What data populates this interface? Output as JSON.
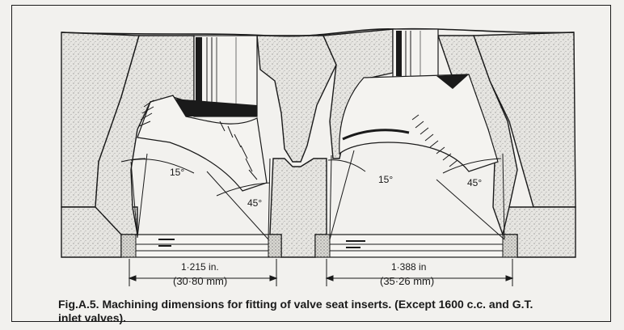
{
  "figure": {
    "caption_line1": "Fig.A.5. Machining dimensions for fitting of valve seat inserts. (Except 1600 c.c. and G.T.",
    "caption_line2": "inlet valves)."
  },
  "left_insert": {
    "angle_inner": "15°",
    "angle_outer": "45°",
    "dim_in": "1·215 in.",
    "dim_mm": "(30·80 mm)"
  },
  "right_insert": {
    "angle_inner": "15°",
    "angle_outer": "45°",
    "dim_in": "1·388 in",
    "dim_mm": "(35·26 mm)"
  }
}
